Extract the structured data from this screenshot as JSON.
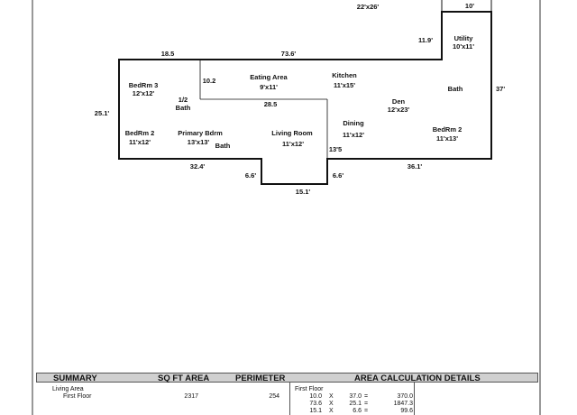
{
  "floorplan": {
    "dims": {
      "top_garage": "22'x26'",
      "top_right": "10'",
      "left_top": "18.5",
      "top_main": "73.6'",
      "utility_side": "11.9'",
      "right_side": "37'",
      "left_side": "25.1'",
      "inner_vertical": "10.2",
      "inner_horizontal": "28.5",
      "bottom_left": "32.4'",
      "notch_left": "6.6'",
      "notch_bottom": "15.1'",
      "notch_right": "6.6'",
      "notch_side": "13'5",
      "bottom_right": "36.1'"
    },
    "rooms": {
      "utility": {
        "name": "Utility",
        "size": "10'x11'"
      },
      "bedrm3": {
        "name": "BedRm 3",
        "size": "12'x12'"
      },
      "half_bath": {
        "name": "1/2",
        "name2": "Bath"
      },
      "eating": {
        "name": "Eating Area",
        "size": "9'x11'"
      },
      "kitchen": {
        "name": "Kitchen",
        "size": "11'x15'"
      },
      "den": {
        "name": "Den",
        "size": "12'x23'"
      },
      "bath_right": {
        "name": "Bath"
      },
      "bedrm2_left": {
        "name": "BedRm 2",
        "size": "11'x12'"
      },
      "primary": {
        "name": "Primary Bdrm",
        "size": "13'x13'"
      },
      "bath_primary": {
        "name": "Bath"
      },
      "living": {
        "name": "Living Room",
        "size": "11'x12'"
      },
      "dining": {
        "name": "Dining",
        "size": "11'x12'"
      },
      "bedrm2_right": {
        "name": "BedRm 2",
        "size": "11'x13'"
      }
    }
  },
  "summary": {
    "headers": {
      "summary": "SUMMARY",
      "sqft": "SQ FT AREA",
      "perimeter": "PERIMETER",
      "details": "AREA CALCULATION DETAILS"
    },
    "living_area": "Living Area",
    "first_floor": "First Floor",
    "sqft_value": "2317",
    "perimeter_value": "254",
    "details_title": "First Floor",
    "rows": [
      {
        "a": "10.0",
        "op": "X",
        "b": "37.0",
        "eq": "=",
        "r": "370.0"
      },
      {
        "a": "73.6",
        "op": "X",
        "b": "25.1",
        "eq": "=",
        "r": "1847.3"
      },
      {
        "a": "15.1",
        "op": "X",
        "b": "6.6",
        "eq": "=",
        "r": "99.6"
      }
    ]
  }
}
